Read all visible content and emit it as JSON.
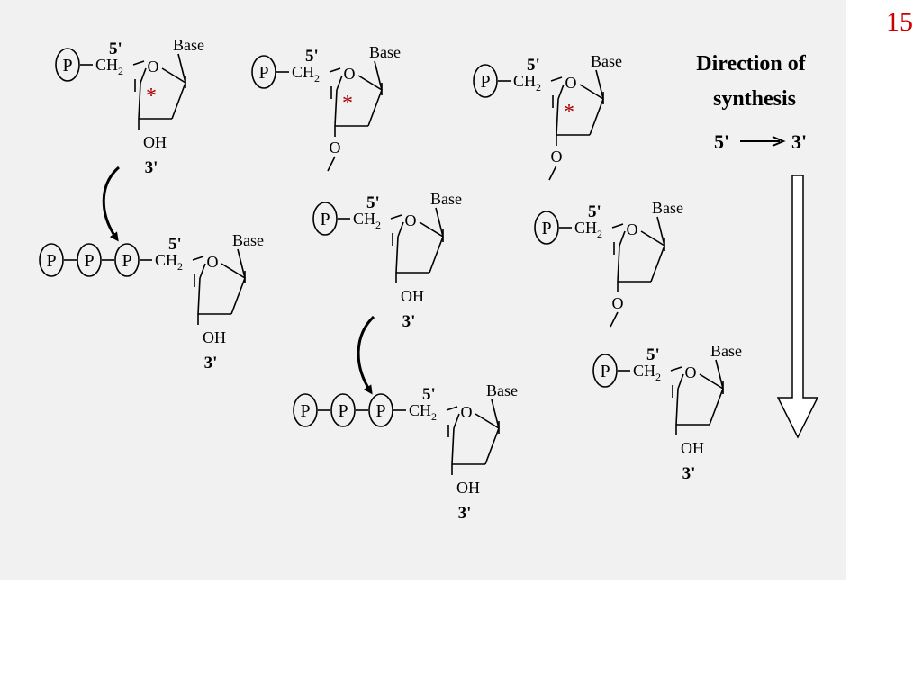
{
  "slide": {
    "page_number": "15"
  },
  "direction": {
    "line1": "Direction of",
    "line2": "synthesis",
    "from": "5'",
    "to": "3'"
  },
  "labels": {
    "base": "Base",
    "p": "P",
    "o": "O",
    "oh": "OH",
    "ch2_main": "CH",
    "ch2_sub": "2",
    "five_prime": "5'",
    "three_prime": "3'",
    "star": "*"
  },
  "colors": {
    "background": "#f1f1f1",
    "page_number": "#cc0000",
    "star": "#aa0000",
    "ink": "#000000"
  }
}
